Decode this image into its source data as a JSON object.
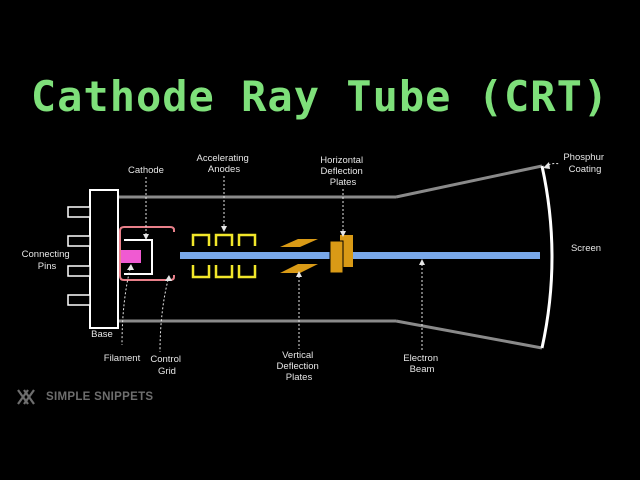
{
  "title": "Cathode Ray Tube (CRT)",
  "colors": {
    "title": "#7ee07a",
    "background": "#000000",
    "label": "#e6e6e6",
    "tube": "#8a8a8a",
    "base": "#ffffff",
    "beam": "#79a8ea",
    "cathode": "#e8808a",
    "filament": "#f05ad2",
    "anodes": "#f1e62a",
    "deflection": "#d99a16",
    "brand": "#6e6e6e"
  },
  "labels": {
    "cathode": "Cathode",
    "accelerating": [
      "Accelerating",
      "Anodes"
    ],
    "horizontal": [
      "Horizontal",
      "Deflection",
      "Plates"
    ],
    "phosphur": [
      "Phosphur",
      "Coating"
    ],
    "connecting": [
      "Connecting",
      "Pins"
    ],
    "screen": "Screen",
    "base": "Base",
    "filament": "Filament",
    "control": [
      "Control",
      "Grid"
    ],
    "vertical": [
      "Vertical",
      "Deflection",
      "Plates"
    ],
    "electron": [
      "Electron",
      "Beam"
    ]
  },
  "brand": "SIMPLE SNIPPETS"
}
